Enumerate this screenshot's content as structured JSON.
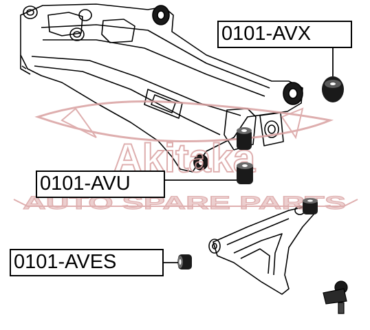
{
  "labels": {
    "avx": "0101-AVX",
    "avu": "0101-AVU",
    "aves": "0101-AVES"
  },
  "watermark": {
    "brand": "Akitaka",
    "tagline": "AUTO SPARE PARTS",
    "color": "#d9a0a0"
  },
  "line_color": "#000000"
}
